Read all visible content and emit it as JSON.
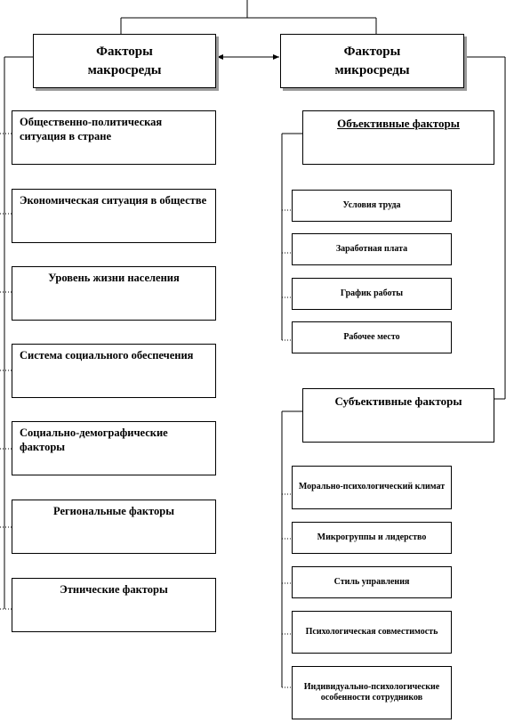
{
  "headers": {
    "macro": "Факторы\nмакросреды",
    "micro": "Факторы\nмикросреды"
  },
  "macro_factors": [
    "Общественно-политическая ситуация в стране",
    "Экономическая ситуация в обществе",
    "Уровень жизни населения",
    "Система социального обеспечения",
    "Социально-демографические факторы",
    "Региональные факторы",
    "Этнические факторы"
  ],
  "objective": {
    "title": "Объективные факторы",
    "items": [
      "Условия труда",
      "Заработная плата",
      "График работы",
      "Рабочее место"
    ]
  },
  "subjective": {
    "title": "Субъективные факторы",
    "items": [
      "Морально-психологический климат",
      "Микрогруппы и лидерство",
      "Стиль управления",
      "Психологическая совместимость",
      "Индивидуально-психологические особенности сотрудников"
    ]
  }
}
